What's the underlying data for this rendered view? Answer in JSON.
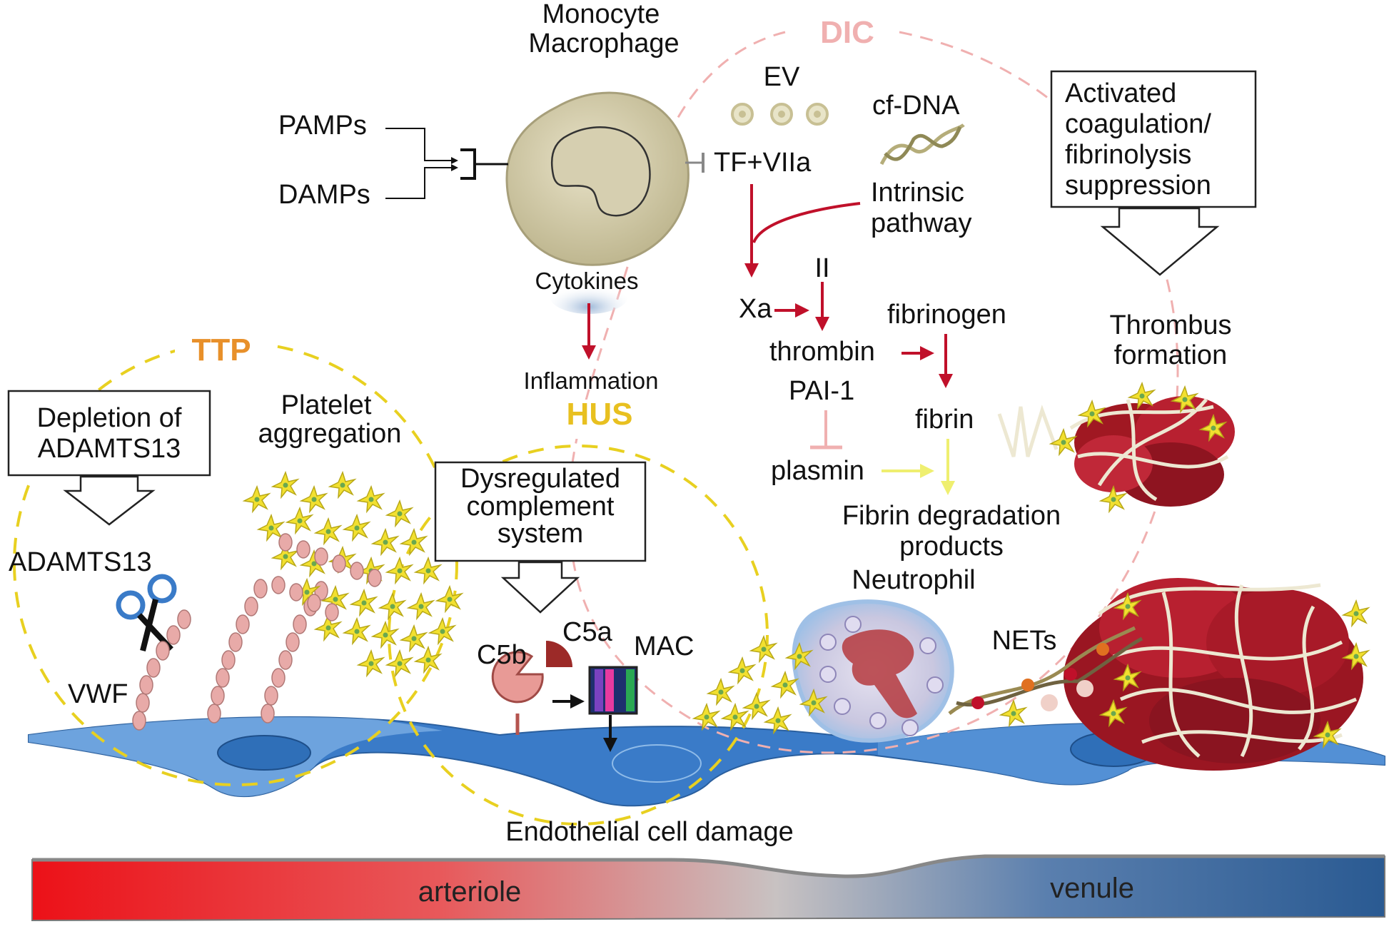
{
  "labels": {
    "monocyte": "Monocyte",
    "macrophage": "Macrophage",
    "pamps": "PAMPs",
    "damps": "DAMPs",
    "cytokines": "Cytokines",
    "inflammation": "Inflammation",
    "ev": "EV",
    "cf_dna": "cf-DNA",
    "tf_viia": "TF+VIIa",
    "intrinsic_1": "Intrinsic",
    "intrinsic_2": "pathway",
    "ii": "II",
    "xa": "Xa",
    "thrombin": "thrombin",
    "fibrinogen": "fibrinogen",
    "pai1": "PAI-1",
    "fibrin": "fibrin",
    "plasmin": "plasmin",
    "fdp_1": "Fibrin degradation",
    "fdp_2": "products",
    "neutrophil": "Neutrophil",
    "nets": "NETs",
    "thrombus_1": "Thrombus",
    "thrombus_2": "formation",
    "platelet_1": "Platelet",
    "platelet_2": "aggregation",
    "adamts13": "ADAMTS13",
    "vwf": "VWF",
    "c5b": "C5b",
    "c5a": "C5a",
    "mac": "MAC",
    "endothelial": "Endothelial cell damage",
    "arteriole": "arteriole",
    "venule": "venule"
  },
  "regions": {
    "dic": "DIC",
    "ttp": "TTP",
    "hus": "HUS"
  },
  "boxes": {
    "coag": [
      "Activated",
      "coagulation/",
      "fibrinolysis",
      "suppression"
    ],
    "depletion": [
      "Depletion of",
      "ADAMTS13"
    ],
    "complement": [
      "Dysregulated",
      "complement",
      "system"
    ]
  },
  "colors": {
    "dic": "#f0b0b0",
    "ttp": "#e8902a",
    "hus": "#e8c020",
    "ttp_hus_border": "#e8d020",
    "coagulation_arrow": "#c0102a",
    "fibrinolysis_arrow": "#f2f27a",
    "arteriole": "#e8121a",
    "venule": "#2d5c94",
    "endothelium": "#2f6fb8",
    "platelet": "#f2e030",
    "thrombus": "#a01822"
  },
  "icons": {
    "scissors": "scissors-icon"
  }
}
